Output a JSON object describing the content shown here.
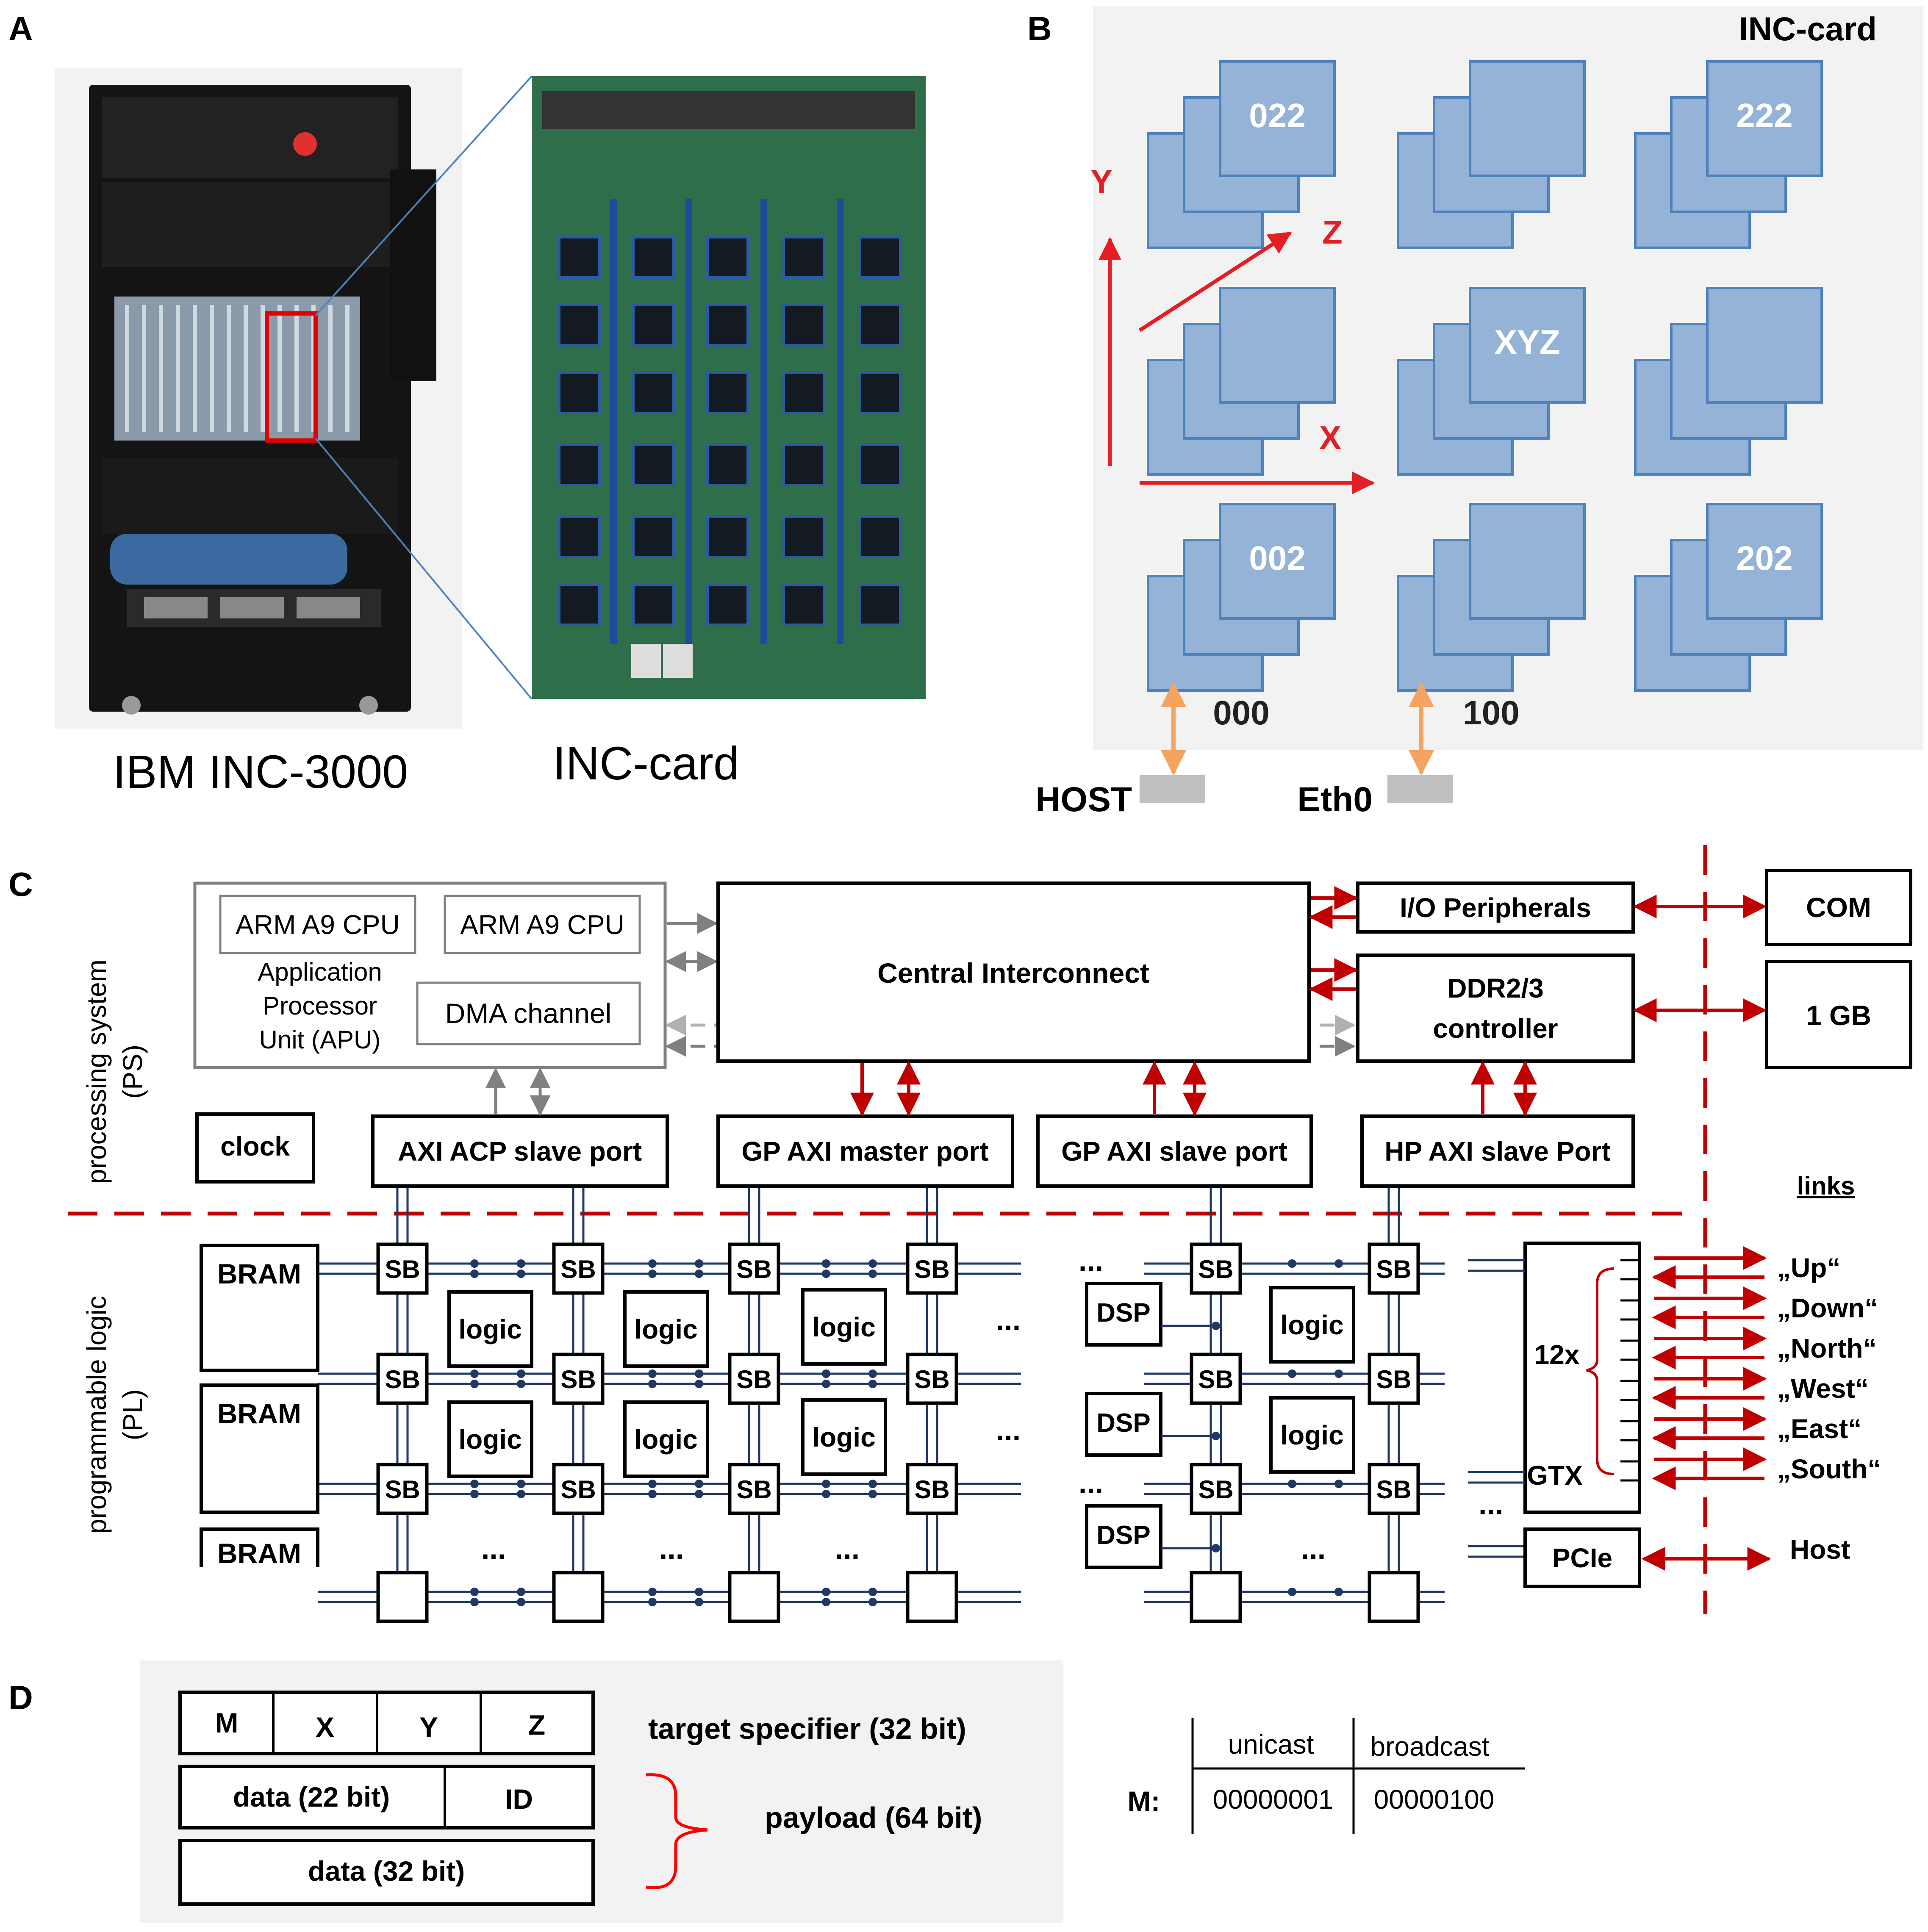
{
  "panels": {
    "a": {
      "letter": "A",
      "caption_left": "IBM INC-3000",
      "caption_right": "INC-card"
    },
    "b": {
      "letter": "B",
      "title": "INC-card",
      "axes": {
        "x": "X",
        "y": "Y",
        "z": "Z"
      },
      "stacks": [
        {
          "front": "000",
          "back": "002",
          "port": "HOST"
        },
        {
          "front": "100",
          "back": "",
          "port": "Eth0"
        },
        {
          "front": "",
          "back": "202",
          "port": ""
        },
        {
          "front": "",
          "back": "",
          "port": ""
        },
        {
          "front": "",
          "back": "XYZ",
          "port": ""
        },
        {
          "front": "",
          "back": "",
          "port": ""
        },
        {
          "front": "",
          "back": "022",
          "port": ""
        },
        {
          "front": "",
          "back": "",
          "port": ""
        },
        {
          "front": "",
          "back": "222",
          "port": ""
        }
      ],
      "colors": {
        "box_fill": "#95b3d7",
        "box_stroke": "#4f81bd",
        "axis": "#e31e24",
        "port_arrow": "#f4a460",
        "port": "#c0c0c0",
        "bg": "#f2f2f2"
      }
    },
    "c": {
      "letter": "C",
      "ps_label_1": "processing system",
      "ps_label_2": "(PS)",
      "pl_label_1": "programmable logic",
      "pl_label_2": "(PL)",
      "apu": {
        "cpu1": "ARM A9 CPU",
        "cpu2": "ARM A9 CPU",
        "name_1": "Application",
        "name_2": "Processor",
        "name_3": "Unit (APU)",
        "dma": "DMA channel"
      },
      "central": "Central Interconnect",
      "io": "I/O Peripherals",
      "ddr_1": "DDR2/3",
      "ddr_2": "controller",
      "com": "COM",
      "mem": "1 GB",
      "clock": "clock",
      "ports": [
        "AXI ACP slave port",
        "GP AXI master port",
        "GP AXI slave port",
        "HP AXI slave Port"
      ],
      "bram": "BRAM",
      "sb": "SB",
      "logic": "logic",
      "dsp": "DSP",
      "ellipsis": "...",
      "links_title": "links",
      "links": [
        "„Up“",
        "„Down“",
        "„North“",
        "„West“",
        "„East“",
        "„South“"
      ],
      "gtx_count": "12x",
      "gtx": "GTX",
      "pcie": "PCIe",
      "host": "Host",
      "colors": {
        "link": "#c00000",
        "divider": "#c00000",
        "bus": "#1f3864",
        "ps_arrow": "#808080"
      }
    },
    "d": {
      "letter": "D",
      "fields_top": [
        "M",
        "X",
        "Y",
        "Z"
      ],
      "field_data22": "data (22 bit)",
      "field_id": "ID",
      "field_data32": "data (32 bit)",
      "target_label": "target  specifier (32 bit)",
      "payload_label": "payload (64 bit)",
      "table": {
        "col1": "unicast",
        "col2": "broadcast",
        "row_label": "M:",
        "val1": "00000001",
        "val2": "00000100"
      }
    }
  }
}
